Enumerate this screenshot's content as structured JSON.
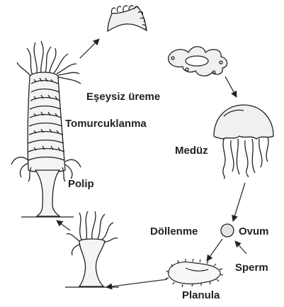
{
  "labels": {
    "asexual": "Eşeysiz üreme",
    "budding": "Tomurcuklanma",
    "medusa": "Medüz",
    "polyp": "Polip",
    "fertilization": "Döllenme",
    "ovum": "Ovum",
    "sperm": "Sperm",
    "planula": "Planula"
  },
  "colors": {
    "ink": "#222222",
    "paper": "#ffffff",
    "wash": "#f0f0f0"
  }
}
